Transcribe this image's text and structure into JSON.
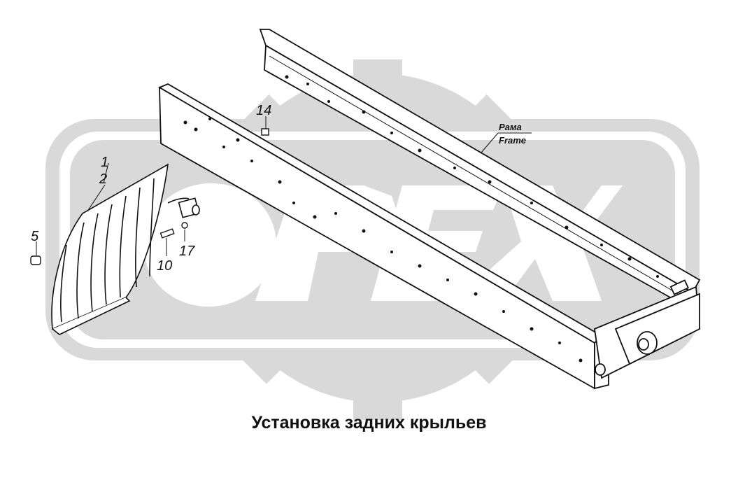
{
  "diagram": {
    "caption": "Установка задних крыльев",
    "watermark": "OPEX",
    "frame_label_ru": "Рама",
    "frame_label_en": "Frame",
    "callouts": [
      "1",
      "2",
      "5",
      "10",
      "14",
      "17"
    ],
    "colors": {
      "watermark": "#d9d9d9",
      "line": "#111111",
      "background": "#ffffff"
    }
  }
}
